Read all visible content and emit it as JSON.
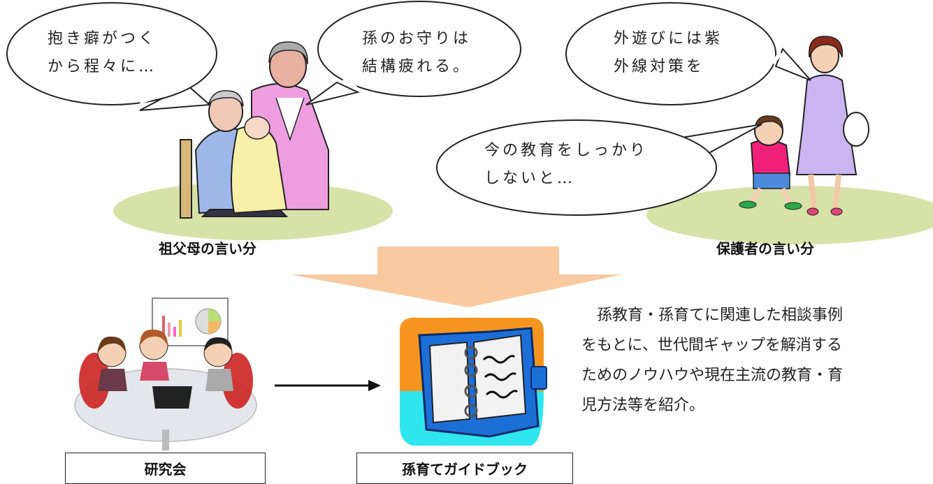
{
  "bubbles": {
    "b1": [
      "抱き癖がつく",
      "から程々に…"
    ],
    "b2": [
      "孫のお守りは",
      "結構疲れる。"
    ],
    "b3": [
      "外遊びには紫",
      "外線対策を"
    ],
    "b4": [
      "今の教育をしっかり",
      "しないと…"
    ]
  },
  "captions": {
    "grandparents": "祖父母の言い分",
    "guardians": "保護者の言い分"
  },
  "boxes": {
    "study": "研究会",
    "guidebook": "孫育てガイドブック"
  },
  "description": [
    "　孫教育・孫育てに関連した相談事例",
    "をもとに、世代間ギャップを解消する",
    "ためのノウハウや現在主流の教育・育",
    "児方法等を紹介。"
  ],
  "colors": {
    "grass": "#d6e2a8",
    "big_arrow": "#f9c9a0",
    "book_orange": "#f5951f",
    "book_cyan": "#2fe6ee",
    "book_blue": "#1d6fd8"
  }
}
